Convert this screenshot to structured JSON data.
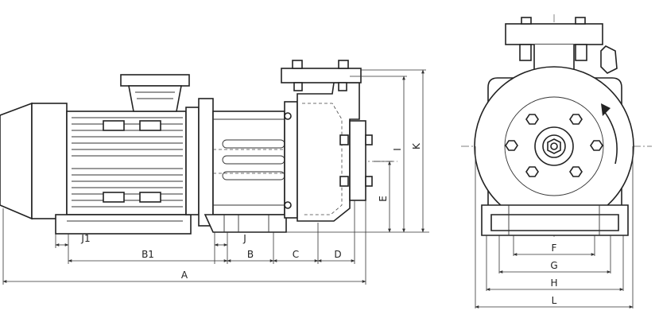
{
  "dimensions": {
    "A": "A",
    "B": "B",
    "B1": "B1",
    "C": "C",
    "D": "D",
    "E": "E",
    "F": "F",
    "G": "G",
    "H": "H",
    "I": "I",
    "J": "J",
    "J1": "J1",
    "K": "K",
    "L": "L"
  }
}
